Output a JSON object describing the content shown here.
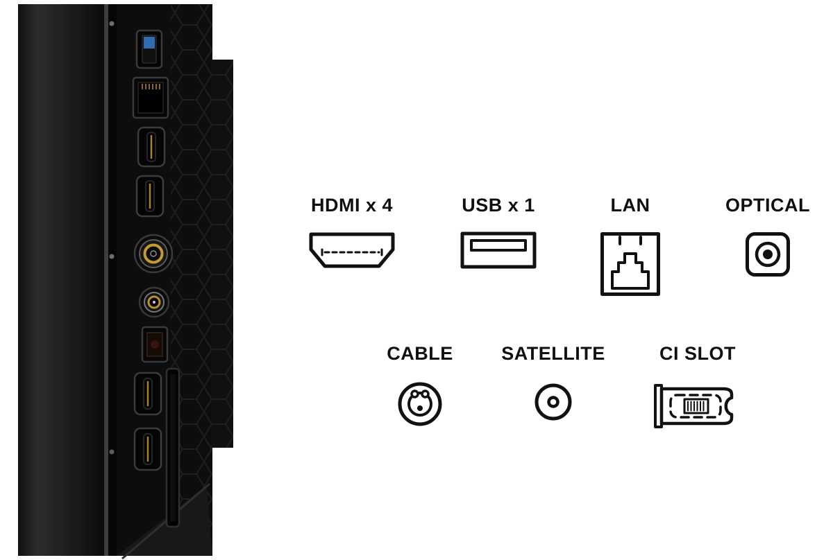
{
  "page": {
    "background": "#ffffff",
    "subject": "TV side connection panel with port legend"
  },
  "colors": {
    "label_text": "#101010",
    "icon_stroke": "#111111",
    "tv_body": "#0d0d0d",
    "usb_tongue": "#2f6cb0",
    "connector_gold": "#c59a2e"
  },
  "photo": {
    "name": "tv-side-panel-photo",
    "visible_ports_top_to_bottom": [
      "usb-port",
      "lan-port",
      "hdmi-port",
      "hdmi-port",
      "antenna-coax-port",
      "satellite-port",
      "optical-port",
      "hdmi-port",
      "hdmi-port",
      "ci-card-slot"
    ]
  },
  "legend": {
    "row1": [
      {
        "label": "HDMI x 4",
        "icon": "hdmi-port-icon"
      },
      {
        "label": "USB x 1",
        "icon": "usb-port-icon"
      },
      {
        "label": "LAN",
        "icon": "lan-port-icon"
      },
      {
        "label": "OPTICAL",
        "icon": "optical-port-icon"
      }
    ],
    "row2": [
      {
        "label": "CABLE",
        "icon": "cable-port-icon"
      },
      {
        "label": "SATELLITE",
        "icon": "satellite-port-icon"
      },
      {
        "label": "CI SLOT",
        "icon": "ci-slot-icon"
      }
    ]
  }
}
